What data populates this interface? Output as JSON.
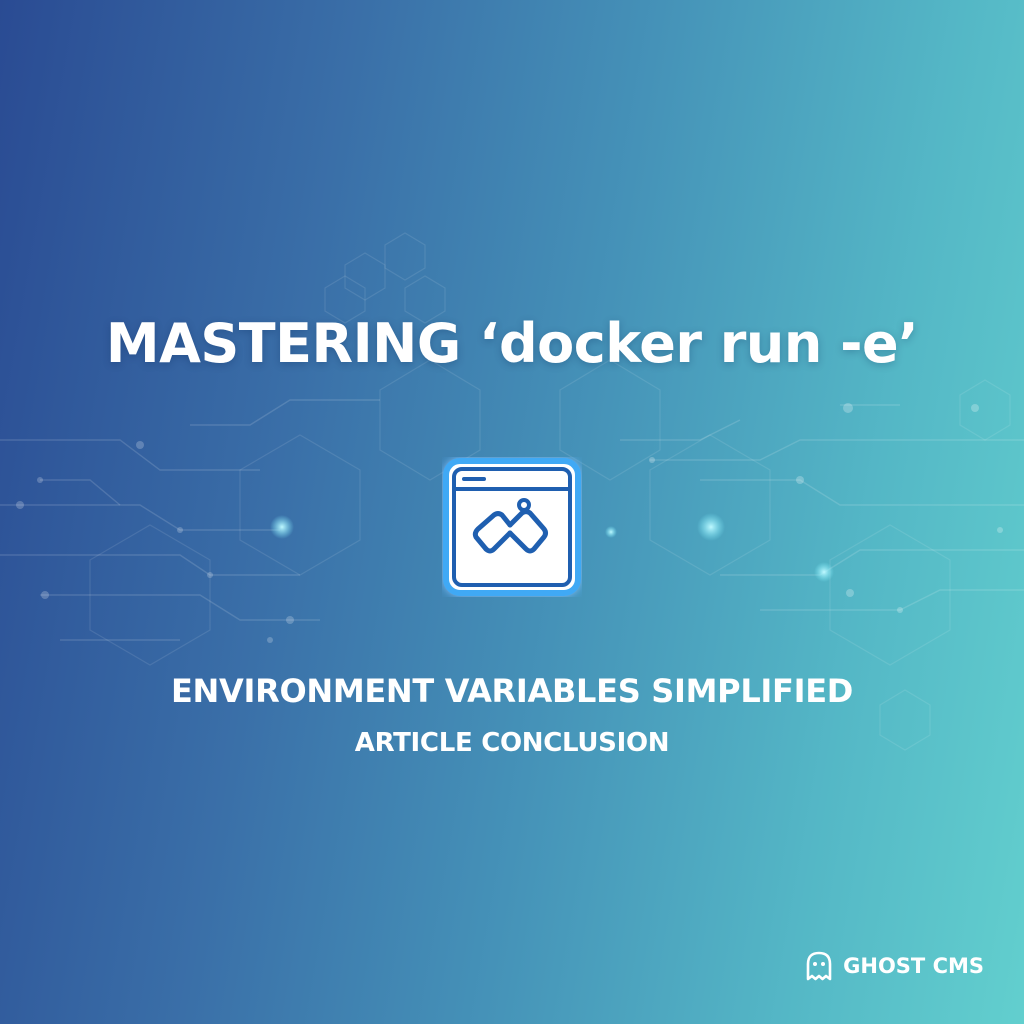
{
  "hero": {
    "title": "MASTERING ‘docker run -e’",
    "subtitle": "ENVIRONMENT VARIABLES SIMPLIFIED",
    "tag": "ARTICLE CONCLUSION"
  },
  "center_icon": "docker-env-window-icon",
  "brand": {
    "label": "GHOST CMS",
    "icon": "ghost-icon"
  },
  "colors": {
    "gradient_start": "#2a4b93",
    "gradient_end": "#62cfce",
    "icon_border": "#3fa9f5",
    "icon_stroke": "#1f5fb0",
    "text": "#ffffff"
  }
}
